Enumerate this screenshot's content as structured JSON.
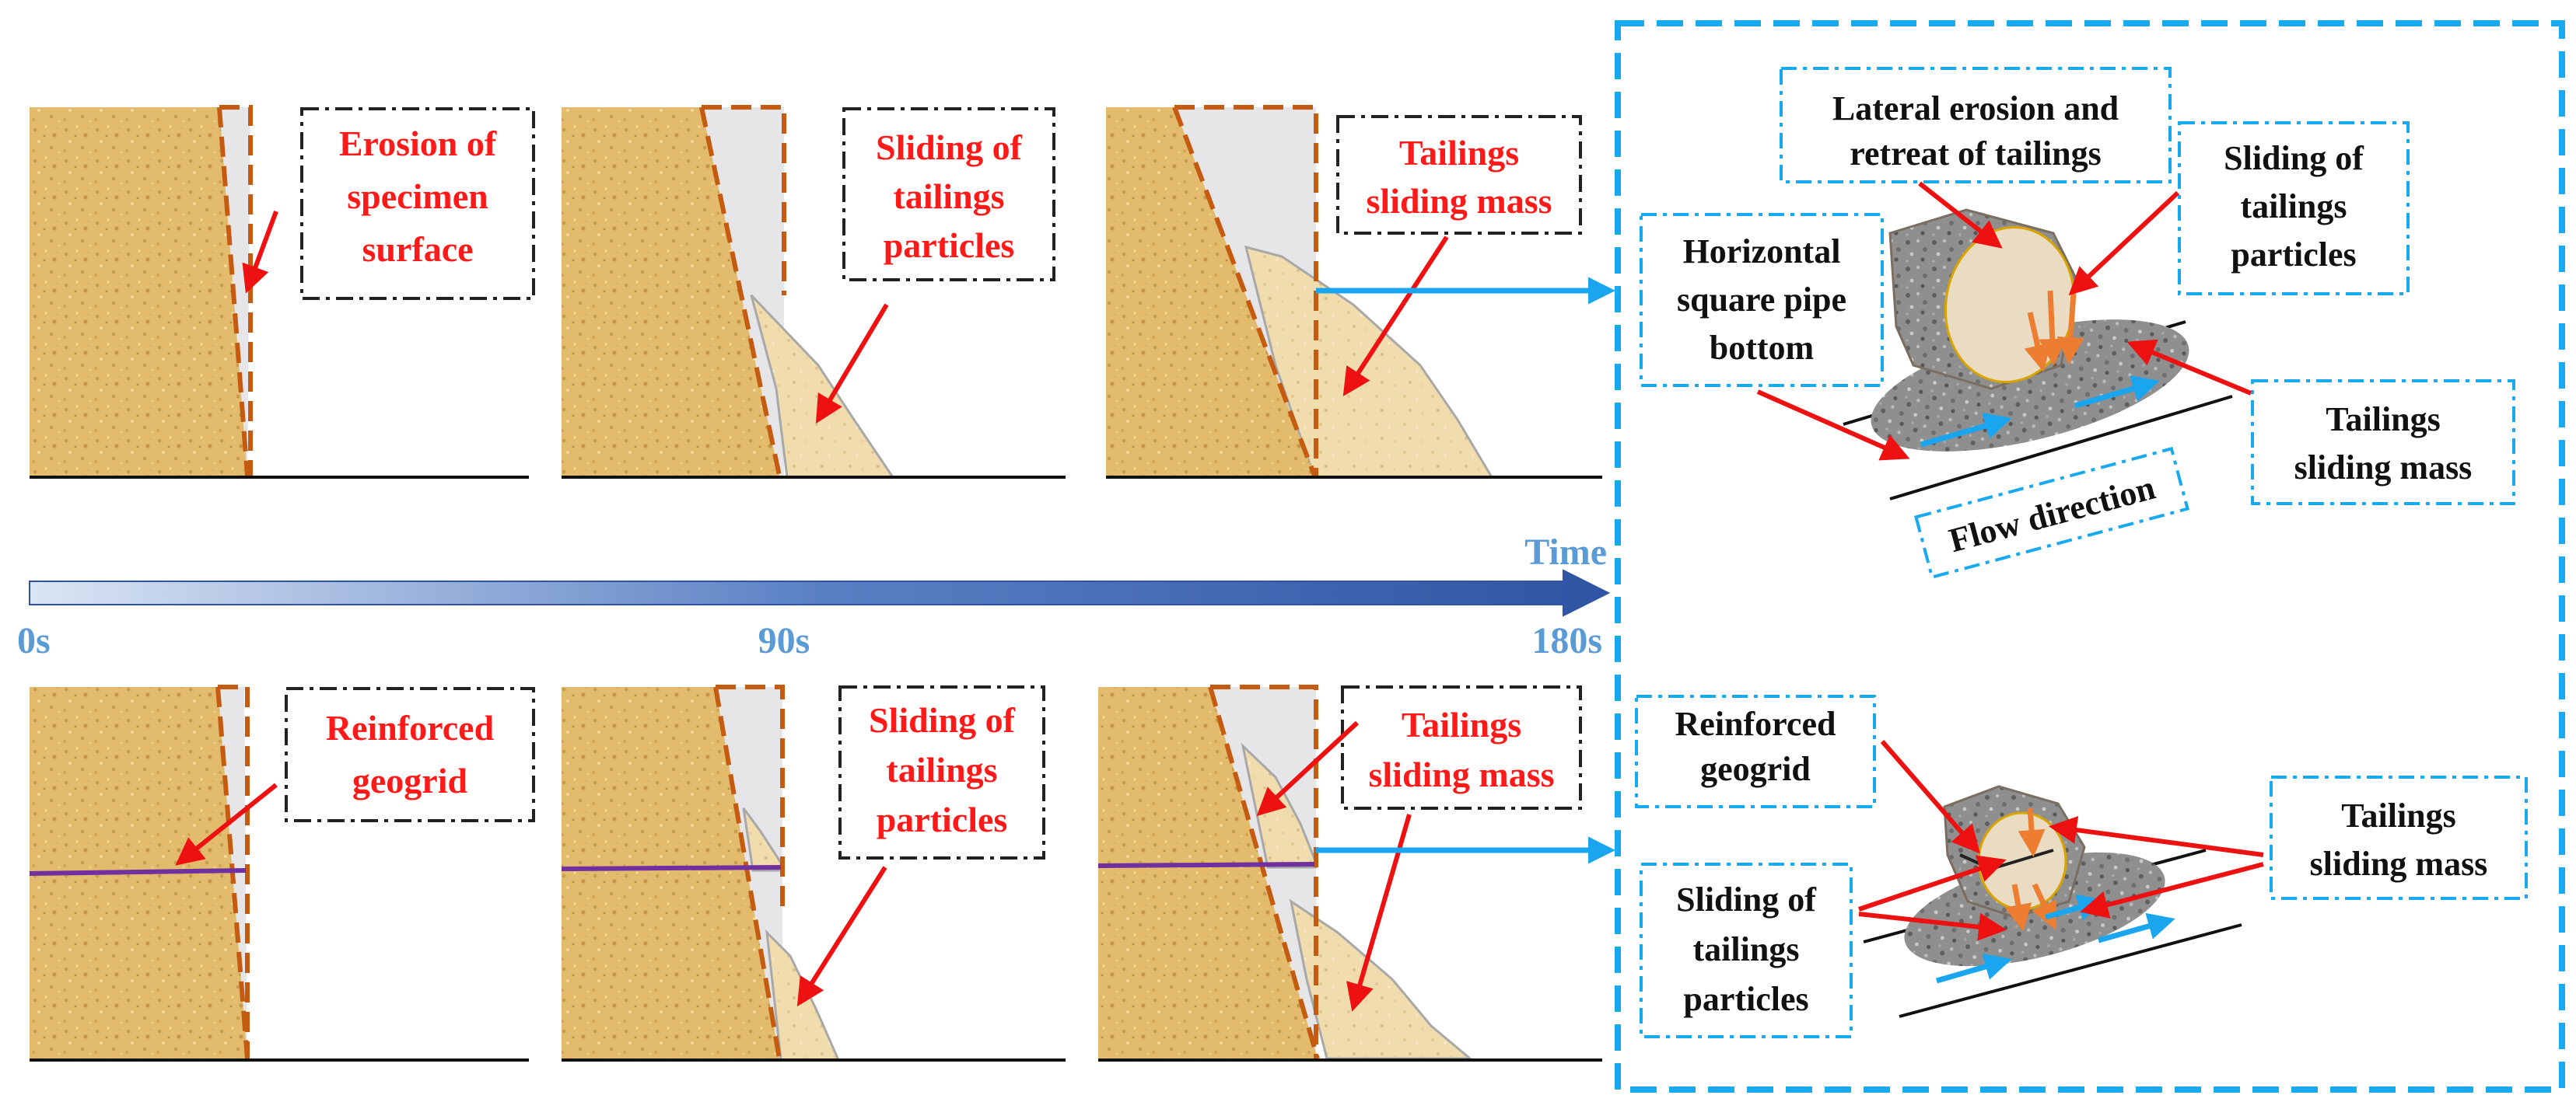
{
  "timeline": {
    "label": "Time",
    "ticks": [
      "0s",
      "90s",
      "180s"
    ]
  },
  "top_row": {
    "panel1_label": [
      "Erosion of",
      "specimen",
      "surface"
    ],
    "panel2_label": [
      "Sliding of",
      "tailings",
      "particles"
    ],
    "panel3_label": [
      "Tailings",
      "sliding mass"
    ]
  },
  "bottom_row": {
    "panel1_label": [
      "Reinforced",
      "geogrid"
    ],
    "panel2_label": [
      "Sliding of",
      "tailings",
      "particles"
    ],
    "panel3_label": [
      "Tailings",
      "sliding mass"
    ]
  },
  "detail_top": {
    "lateral_erosion": [
      "Lateral erosion and",
      "retreat of tailings"
    ],
    "sliding_particles": [
      "Sliding of",
      "tailings",
      "particles"
    ],
    "pipe_bottom": [
      "Horizontal",
      "square pipe",
      "bottom"
    ],
    "sliding_mass": [
      "Tailings",
      "sliding mass"
    ],
    "flow_direction": "Flow direction"
  },
  "detail_bottom": {
    "geogrid": [
      "Reinforced",
      "geogrid"
    ],
    "sliding_mass": [
      "Tailings",
      "sliding mass"
    ],
    "sliding_particles": [
      "Sliding of",
      "tailings",
      "particles"
    ]
  },
  "colors": {
    "tailings": "#e2bb6c",
    "erosion_dash": "#c55a11",
    "cavity": "#e6e6e9",
    "label_red": "#ff1a1a",
    "timeline_blue": "#3a63b0",
    "detail_box": "#19a9f0",
    "geogrid": "#7030a0"
  }
}
